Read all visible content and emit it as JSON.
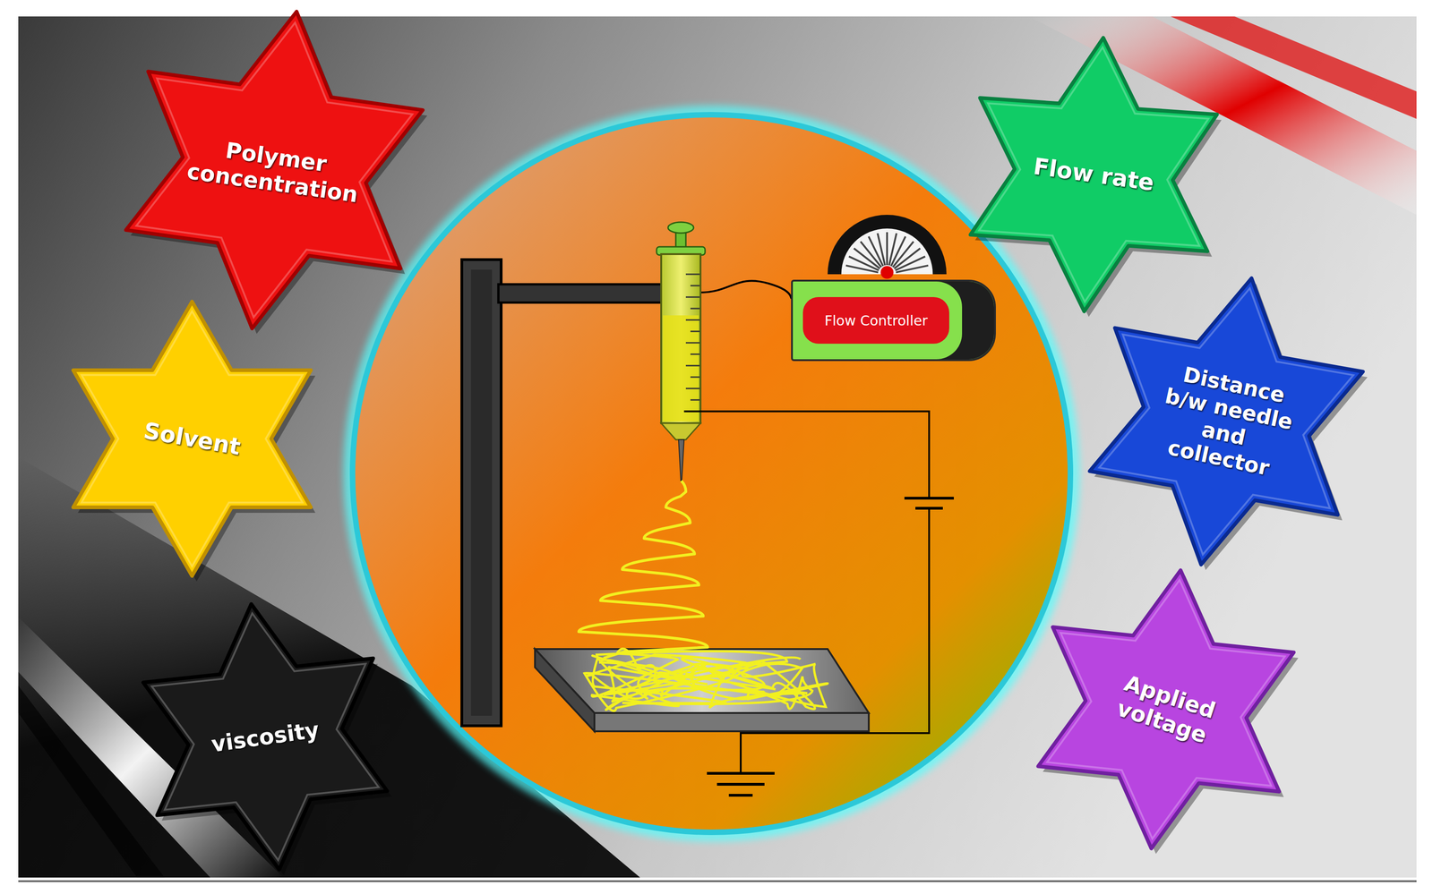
{
  "diagram": {
    "nodes": [
      {
        "text": [
          "Polymer concentration"
        ]
      },
      {
        "text": [
          "Flow rate"
        ]
      },
      {
        "text": [
          "Flow Controller"
        ]
      },
      {
        "text": [
          "Distance b/w needle and collector"
        ]
      },
      {
        "text": [
          "Solvent"
        ]
      },
      {
        "text": [
          "Applied voltage"
        ]
      },
      {
        "text": [
          "viscosity"
        ]
      }
    ]
  }
}
